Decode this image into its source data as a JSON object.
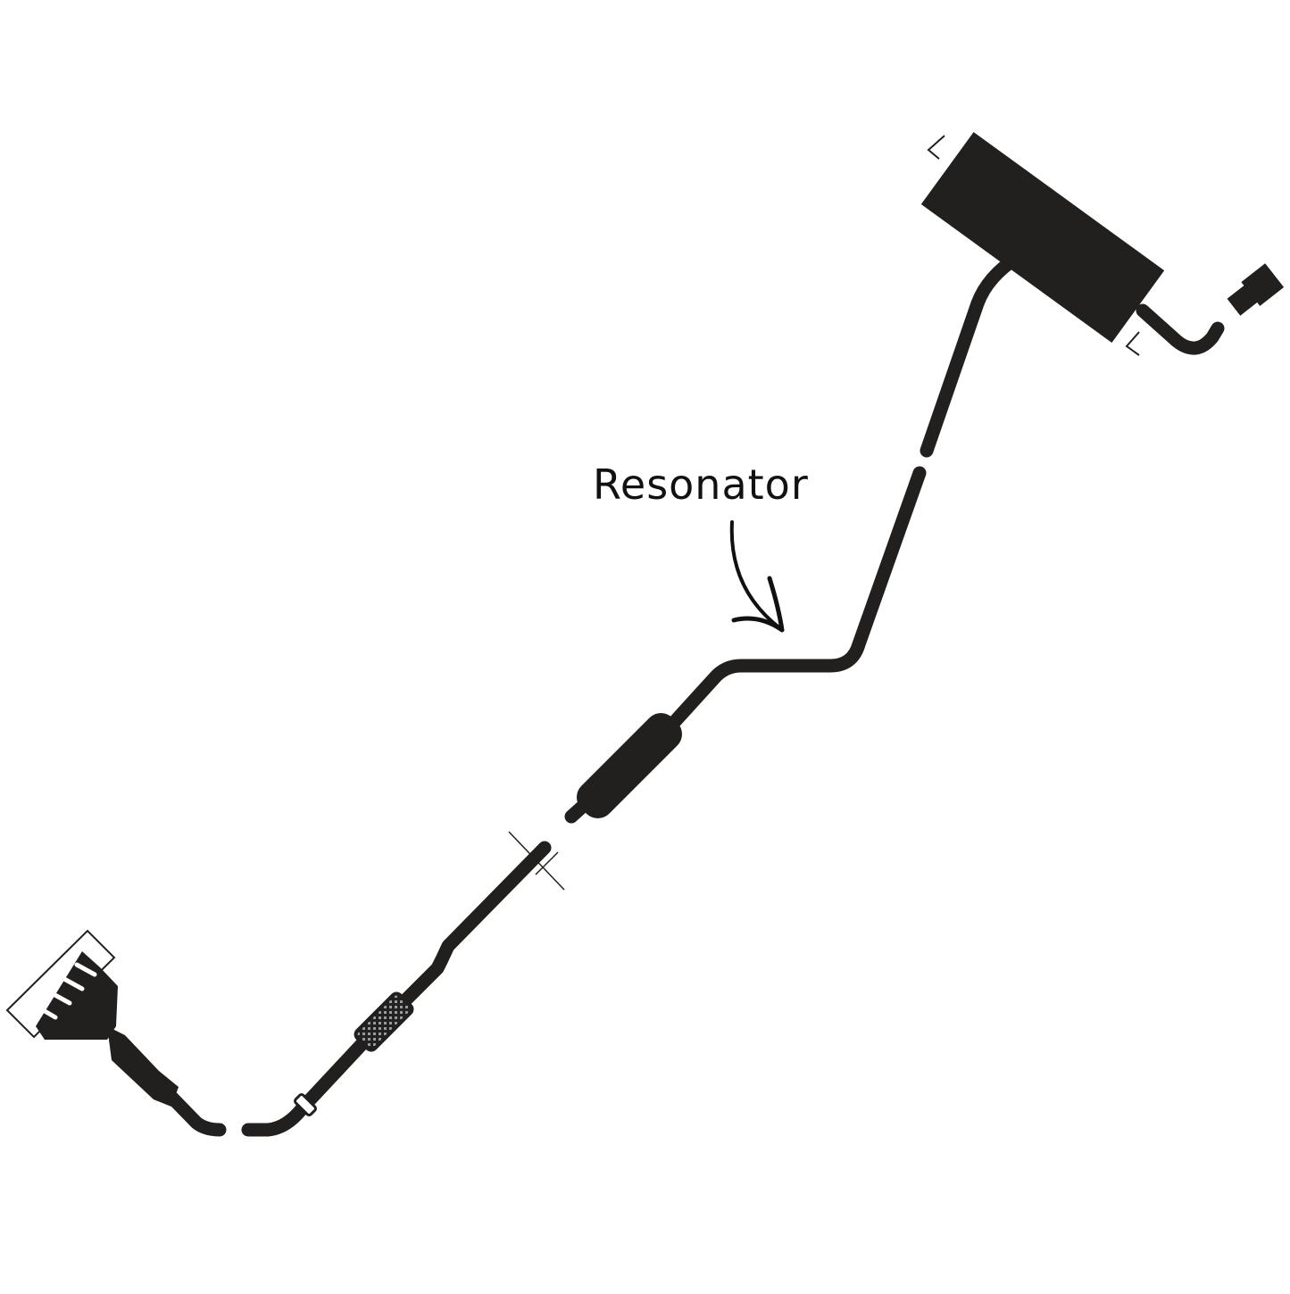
{
  "callout": {
    "text": "Resonator",
    "color": "#111111"
  },
  "colors": {
    "pipe": "#221f1f",
    "background": "#ffffff"
  },
  "components": {
    "exhaust_manifold": "exhaust-manifold",
    "catalytic_converter": "catalytic-converter",
    "flex_pipe": "flex-pipe",
    "resonator": "resonator",
    "muffler": "muffler",
    "tailpipe": "tailpipe"
  }
}
